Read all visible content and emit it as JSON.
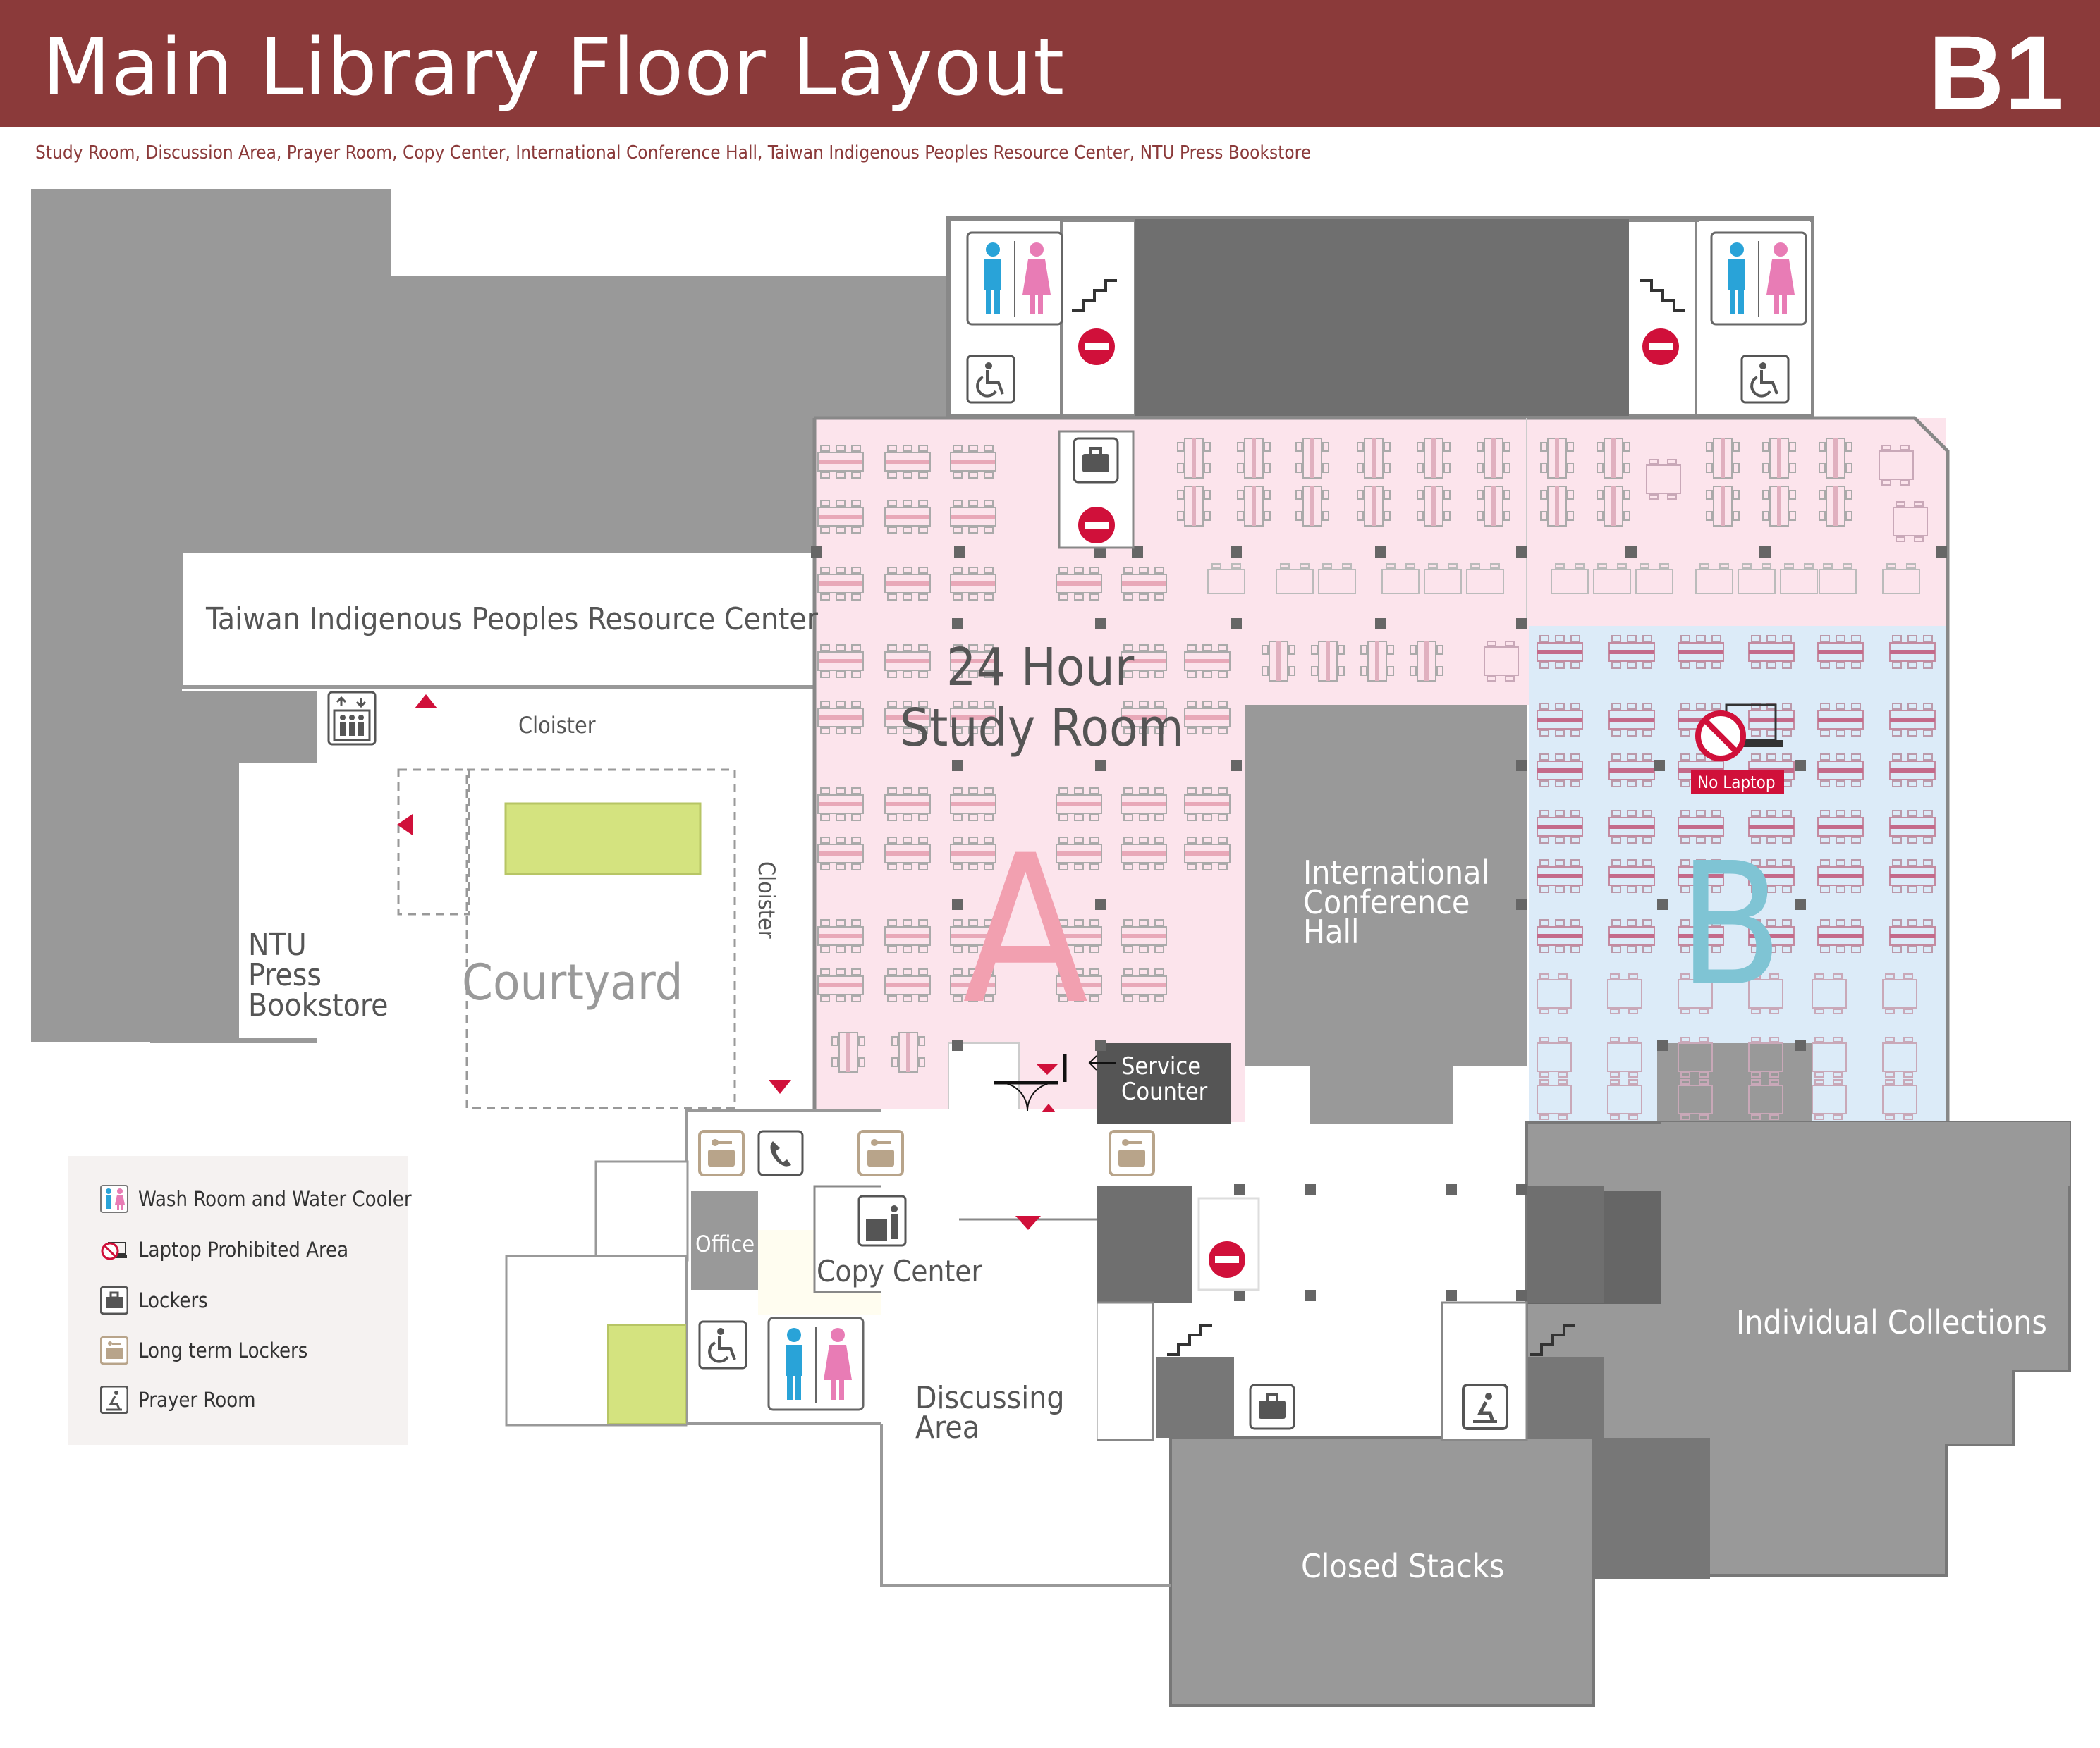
{
  "header": {
    "title": "Main Library Floor Layout",
    "floor": "B1",
    "subtitle": "Study Room, Discussion Area, Prayer Room, Copy Center, International Conference Hall,  Taiwan Indigenous Peoples Resource Center, NTU Press Bookstore"
  },
  "colors": {
    "header_bg": "#8B3A3A",
    "zone_a": "#FCE4EC",
    "zone_b": "#DCEBF8",
    "building_dark": "#7A7A7A",
    "building_mid": "#9A9A9A",
    "green_area": "#D4E37F",
    "accent_red": "#D0103A",
    "legend_bg": "#F5F2F1"
  },
  "rooms": {
    "resource_center": "Taiwan Indigenous Peoples Resource Center",
    "cloister_top": "Cloister",
    "cloister_side": "Cloister",
    "courtyard": "Courtyard",
    "bookstore_1": "NTU",
    "bookstore_2": "Press",
    "bookstore_3": "Bookstore",
    "study_room_1": "24 Hour",
    "study_room_2": "Study Room",
    "zone_a": "A",
    "zone_b": "B",
    "conference_1": "International",
    "conference_2": "Conference",
    "conference_3": "Hall",
    "no_laptop": "No Laptop",
    "service_1": "Service",
    "service_2": "Counter",
    "office": "Office",
    "copy_center": "Copy Center",
    "discussing_1": "Discussing",
    "discussing_2": "Area",
    "individual_collections": "Individual Collections",
    "closed_stacks": "Closed Stacks"
  },
  "legend": {
    "items": [
      {
        "label": "Wash Room and Water Cooler",
        "icon": "restroom-icon"
      },
      {
        "label": "Laptop Prohibited Area",
        "icon": "no-laptop-icon"
      },
      {
        "label": "Lockers",
        "icon": "locker-icon"
      },
      {
        "label": "Long term Lockers",
        "icon": "long-term-locker-icon"
      },
      {
        "label": "Prayer Room",
        "icon": "prayer-room-icon"
      }
    ]
  }
}
